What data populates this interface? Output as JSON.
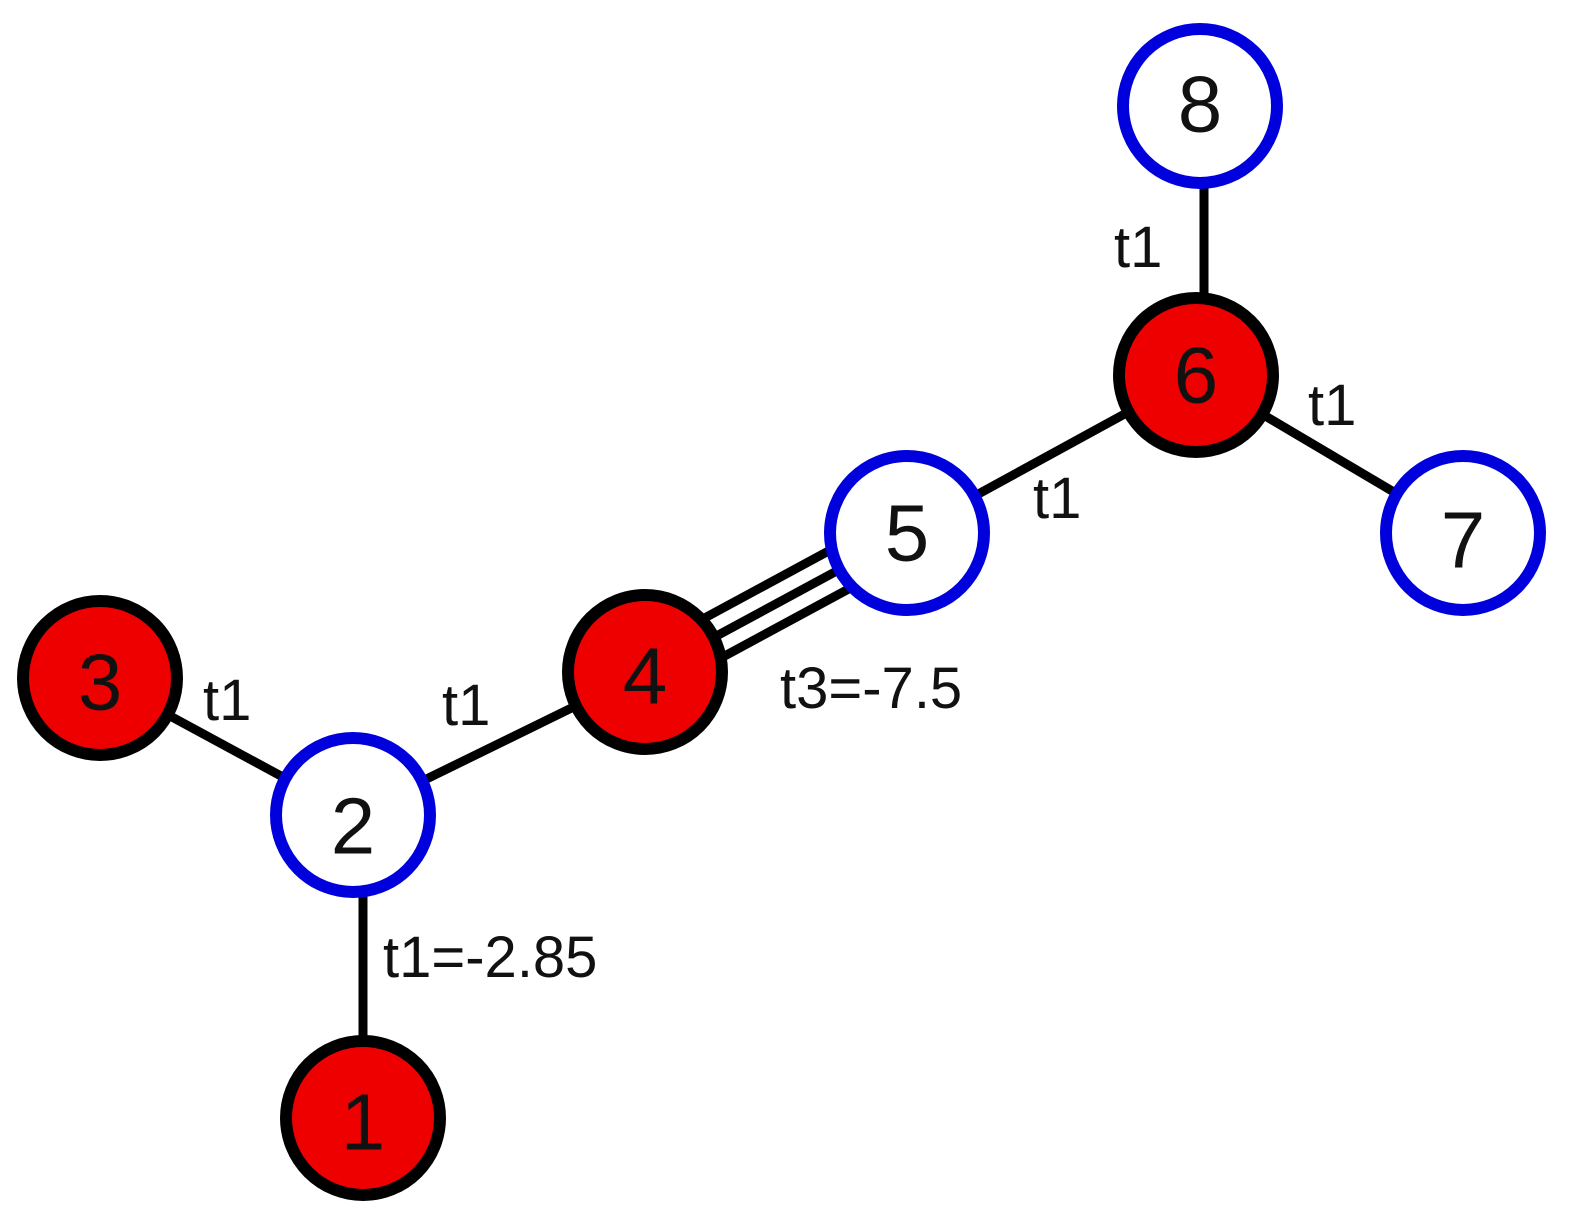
{
  "colors": {
    "filled_node": "#ee0000",
    "filled_node_outline": "#000000",
    "open_node": "#ffffff",
    "open_node_outline": "#0000dd",
    "bond": "#000000"
  },
  "nodes": [
    {
      "label": "1",
      "kind": "filled"
    },
    {
      "label": "2",
      "kind": "open"
    },
    {
      "label": "3",
      "kind": "filled"
    },
    {
      "label": "4",
      "kind": "filled"
    },
    {
      "label": "5",
      "kind": "open"
    },
    {
      "label": "6",
      "kind": "filled"
    },
    {
      "label": "7",
      "kind": "open"
    },
    {
      "label": "8",
      "kind": "open"
    }
  ],
  "edges": [
    {
      "from": "1",
      "to": "2",
      "order": 1,
      "label": "t1=-2.85"
    },
    {
      "from": "2",
      "to": "3",
      "order": 1,
      "label": "t1"
    },
    {
      "from": "2",
      "to": "4",
      "order": 1,
      "label": "t1"
    },
    {
      "from": "4",
      "to": "5",
      "order": 3,
      "label": "t3=-7.5"
    },
    {
      "from": "5",
      "to": "6",
      "order": 1,
      "label": "t1"
    },
    {
      "from": "6",
      "to": "7",
      "order": 1,
      "label": "t1"
    },
    {
      "from": "6",
      "to": "8",
      "order": 1,
      "label": "t1"
    }
  ]
}
